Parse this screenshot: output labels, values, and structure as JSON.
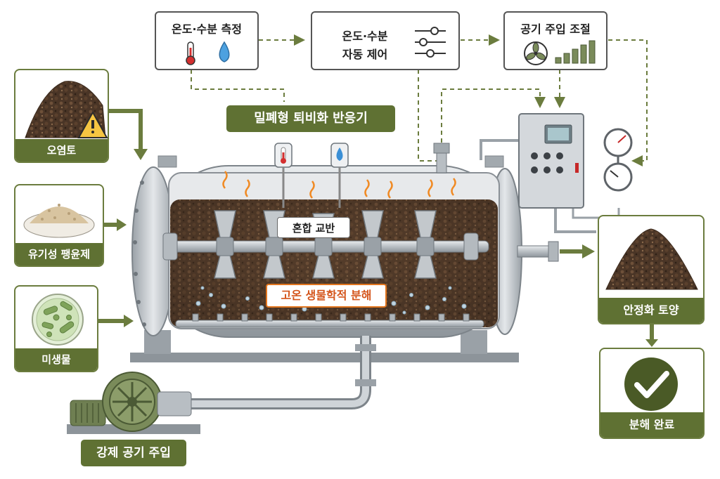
{
  "inputs": {
    "contaminated_soil": "오염토",
    "organic_bulking_agent": "유기성 팽윤제",
    "microorganisms": "미생물"
  },
  "controls": {
    "measure": "온도·수분 측정",
    "auto_control_line1": "온도·수분",
    "auto_control_line2": "자동 제어",
    "air_adjust": "공기 주입 조절"
  },
  "reactor": {
    "title": "밀폐형 퇴비화 반응기",
    "mixing": "혼합 교반",
    "decomposition": "고온 생물학적 분해"
  },
  "air_injection": "강제 공기 주입",
  "outputs": {
    "stabilized_soil": "안정화 토양",
    "complete": "분해 완료"
  },
  "colors": {
    "olive": "#5f7133",
    "olive_border": "#6b7c3e",
    "arrow": "#6b7c3e",
    "dashed": "#6b7c3e",
    "tank_steel": "#c9ced2",
    "soil": "#4a3526",
    "decomp_border": "#e2761f",
    "decomp_text": "#d4541a",
    "thermometer_red": "#d32f2f",
    "water_blue": "#3a8fd6"
  }
}
